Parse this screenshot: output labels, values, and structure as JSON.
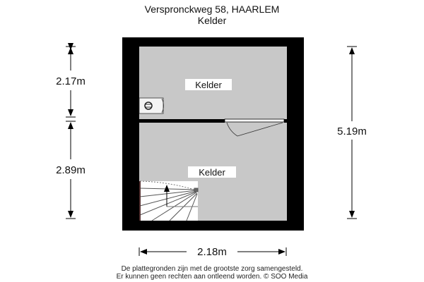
{
  "header": {
    "address": "Verspronckweg 58, HAARLEM",
    "floor": "Kelder"
  },
  "rooms": [
    {
      "label": "Kelder"
    },
    {
      "label": "Kelder"
    }
  ],
  "dimensions": {
    "left_top": "2.17m",
    "left_bottom": "2.89m",
    "right_total": "5.19m",
    "bottom_width": "2.18m"
  },
  "footer": {
    "line1": "De plattegronden zijn met de grootste zorg samengesteld.",
    "line2": "Er kunnen geen rechten aan ontleend worden. © SOO Media"
  },
  "colors": {
    "wall": "#000000",
    "floor": "#c8c8c8"
  }
}
